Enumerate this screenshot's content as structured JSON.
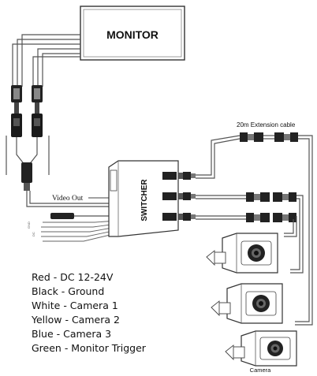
{
  "diagram": {
    "monitor_label": "MONITOR",
    "switcher_label": "SWITCHER",
    "extension_cable_label": "20m Extension cable",
    "video_out_label": "Video Out",
    "camera_label": "Camera",
    "legend": [
      "Red - DC 12-24V",
      "Black - Ground",
      "White - Camera 1",
      "Yellow - Camera 2",
      "Blue - Camera 3",
      "Green - Monitor Trigger"
    ]
  }
}
